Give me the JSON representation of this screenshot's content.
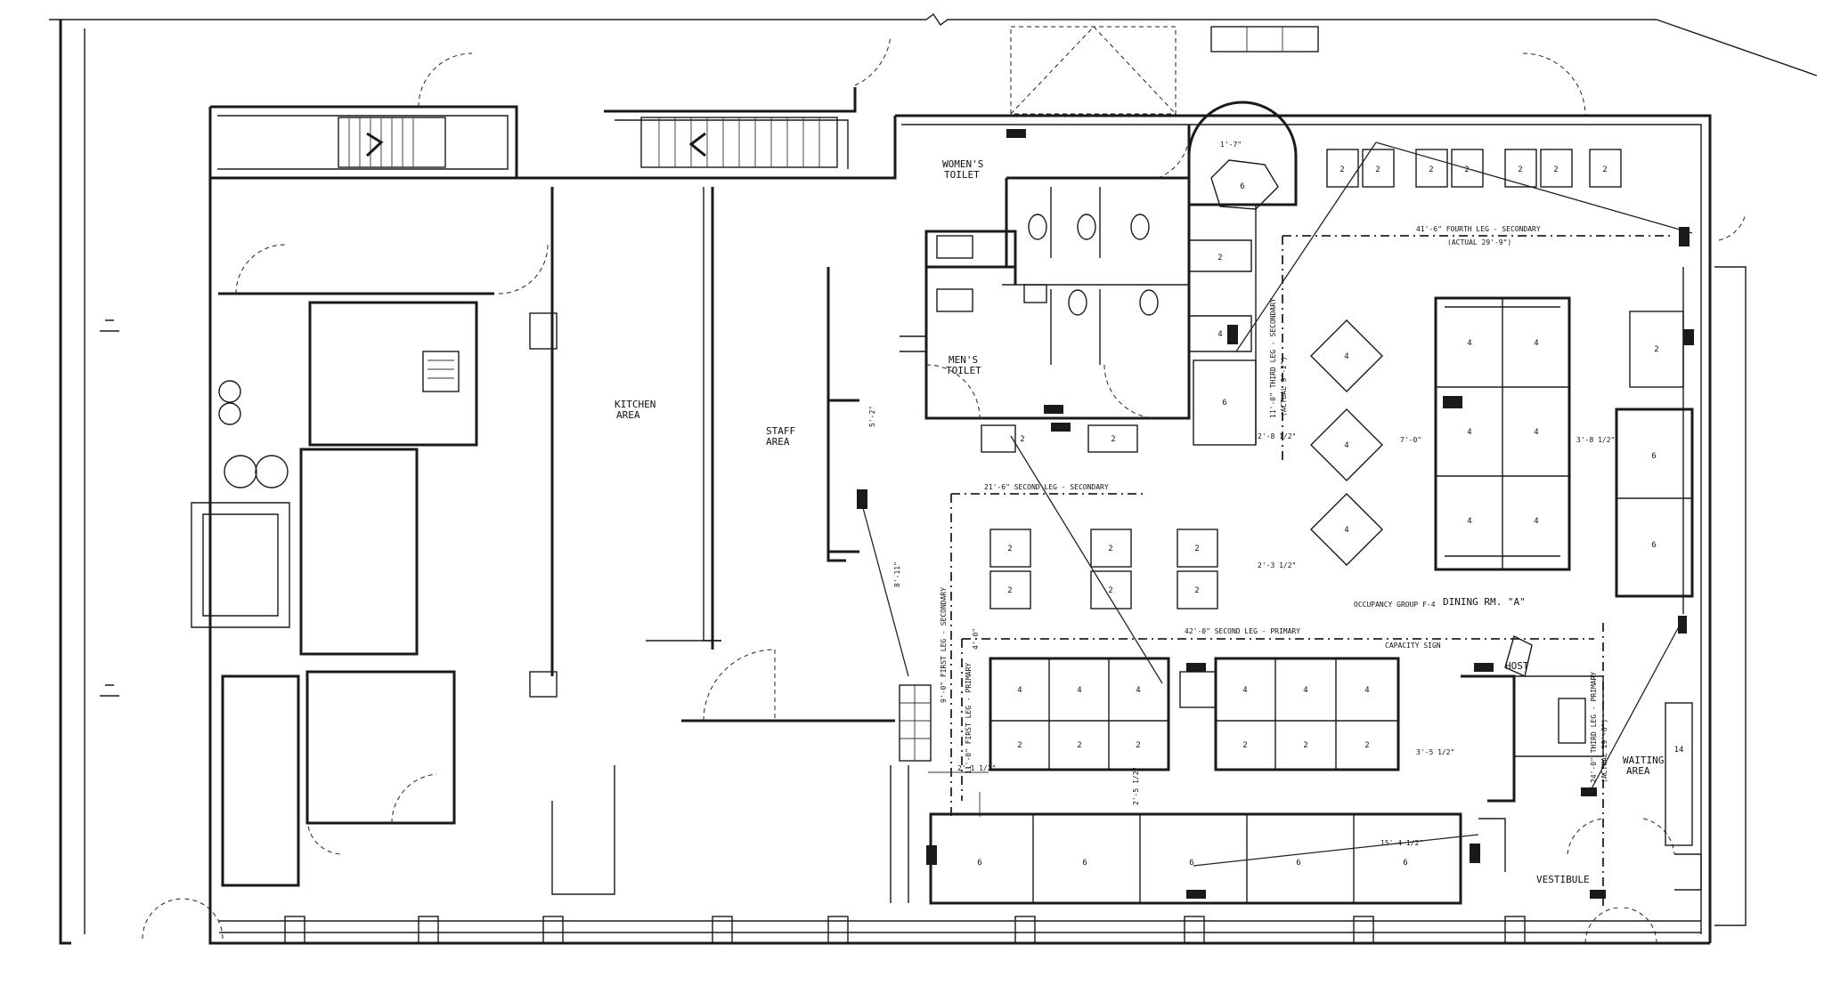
{
  "rooms": {
    "womens_toilet": [
      "WOMEN'S",
      "TOILET"
    ],
    "mens_toilet": [
      "MEN'S",
      "TOILET"
    ],
    "kitchen": [
      "KITCHEN",
      "AREA"
    ],
    "staff": [
      "STAFF",
      "AREA"
    ],
    "dining": "DINING RM. \"A\"",
    "occupancy": "OCCUPANCY GROUP F-4",
    "host": "HOST",
    "waiting": [
      "WAITING",
      "AREA"
    ],
    "vestibule": "VESTIBULE",
    "capacity_sign": "CAPACITY SIGN"
  },
  "egress_legs": {
    "fourth": "41'-6\" FOURTH LEG - SECONDARY",
    "fourth_actual": "(ACTUAL 29'-9\")",
    "second_secondary": "21'-6\" SECOND LEG - SECONDARY",
    "second_primary": "42'-0\" SECOND LEG - PRIMARY",
    "first_secondary": "9'-0\" FIRST LEG - SECONDARY",
    "first_primary": "11'-0\" FIRST LEG - PRIMARY",
    "third_secondary": "11'-0\" THIRD LEG - SECONDARY",
    "third_secondary_actual": "(ACTUAL 9'-2\")",
    "third_primary": "24'-0\" THIRD LEG - PRIMARY",
    "third_primary_actual": "(ACTUAL 19'-6\")"
  },
  "dimensions": {
    "d_2_8": "2'-8 1/2\"",
    "d_7_0": "7'-0\"",
    "d_3_8": "3'-8 1/2\"",
    "d_2_3": "2'-3 1/2\"",
    "d_3_5": "3'-5 1/2\"",
    "d_4_0": "4'-0\"",
    "d_2_1": "2'-1 1/2\"",
    "d_2_5": "2'-5 1/2\"",
    "d_15": "15'-4 1/2\"",
    "d_1_7": "1'-7\"",
    "d_5_2": "5'-2\"",
    "d_8_11": "8'-11\""
  },
  "seat_counts": {
    "top_tables": [
      "2",
      "2",
      "2",
      "2",
      "2",
      "2",
      "2"
    ],
    "center_two_tops": [
      "2",
      "2",
      "2",
      "2",
      "2",
      "2"
    ],
    "toilet_corridor": [
      "2",
      "2"
    ],
    "diamond_tables": [
      "4",
      "4",
      "4"
    ],
    "booth_block": [
      "4",
      "4",
      "4",
      "4",
      "4",
      "4"
    ],
    "right_booths": [
      "2",
      "6",
      "6"
    ],
    "lower_booths": [
      "4",
      "4",
      "4",
      "4",
      "4",
      "4"
    ],
    "lower_two_tops": [
      "2",
      "2",
      "2",
      "2",
      "2",
      "2"
    ],
    "bottom_booths": [
      "6",
      "6",
      "6",
      "6",
      "6"
    ],
    "bar_seats": [
      "2",
      "4",
      "6"
    ],
    "round_booth": "6",
    "waiting_bench": "14"
  }
}
